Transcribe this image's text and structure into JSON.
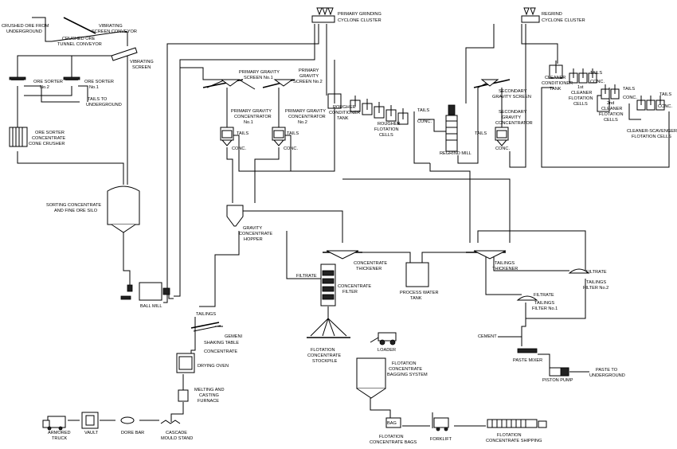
{
  "labels": {
    "crushed_ore_1": "CRUSHED ORE FROM",
    "crushed_ore_2": "UNDERGROUND",
    "crushed_ore_tunnel_1": "CRUSHED ORE",
    "crushed_ore_tunnel_2": "TUNNEL CONVEYOR",
    "vib_conv_1": "VIBRATING",
    "vib_conv_2": "SCREEN CONVEYOR",
    "vib_screen_1": "VIBRATING",
    "vib_screen_2": "SCREEN",
    "ore_sorter2_1": "ORE SORTER",
    "ore_sorter2_2": "No.2",
    "ore_sorter1_1": "ORE SORTER",
    "ore_sorter1_2": "No.1",
    "tails_ug_1": "TAILS TO",
    "tails_ug_2": "UNDERGROUND",
    "cone_crusher_1": "ORE SORTER",
    "cone_crusher_2": "CONCENTRATE",
    "cone_crusher_3": "CONE CRUSHER",
    "silo_1": "SORTING CONCENTRATE",
    "silo_2": "AND FINE ORE SILO",
    "ball_mill": "BALL MILL",
    "primary_grinding_1": "PRIMARY GRINDING",
    "primary_grinding_2": "CYCLONE CLUSTER",
    "pgs1_1": "PRIMARY GRAVITY",
    "pgs1_2": "SCREEN No.1",
    "pgs2_1": "PRIMARY",
    "pgs2_2": "GRAVITY",
    "pgs2_3": "SCREEN No.2",
    "pgc1_1": "PRIMARY GRAVITY",
    "pgc1_2": "CONCENTRATOR",
    "pgc1_3": "No.1",
    "pgc2_1": "PRIMARY GRAVITY",
    "pgc2_2": "CONCENTRATOR",
    "pgc2_3": "No.2",
    "tails_a": "TAILS",
    "conc_a": "CONC.",
    "tails_b": "TAILS",
    "conc_b": "CONC.",
    "rougher_cond_1": "ROUGHER",
    "rougher_cond_2": "CONDITIONER",
    "rougher_cond_3": "TANK",
    "rougher_cells_1": "ROUGHER",
    "rougher_cells_2": "FLOTATION",
    "rougher_cells_3": "CELLS",
    "tails_c": "TAILS",
    "conc_c": "CONC.",
    "regrind_mill": "REGRIND MILL",
    "tails_d": "TAILS",
    "secondary_gs_1": "SECONDARY",
    "secondary_gs_2": "GRAVITY SCREEN",
    "secondary_gc_1": "SECONDARY",
    "secondary_gc_2": "GRAVITY",
    "secondary_gc_3": "CONCENTRATOR",
    "conc_d": "CONC.",
    "regrind_cyc_1": "REGRIND",
    "regrind_cyc_2": "CYCLONE CLUSTER",
    "cleaner_cond_1": "CLEANER",
    "cleaner_cond_2": "CONDITIONER",
    "cleaner_cond_3": "TANK",
    "cleaner1_1": "1st",
    "cleaner1_2": "CLEANER",
    "cleaner1_3": "FLOTATION",
    "cleaner1_4": "CELLS",
    "tails_e": "TAILS",
    "conc_e": "CONC.",
    "cleaner2_1": "2nd",
    "cleaner2_2": "CLEANER",
    "cleaner2_3": "FLOTATION",
    "cleaner2_4": "CELLS",
    "tails_f": "TAILS",
    "conc_f": "CONC.",
    "tails_g": "TAILS",
    "conc_g": "CONC.",
    "cleaner_scav_1": "CLEANER-SCAVENGER",
    "cleaner_scav_2": "FLOTATION CELLS",
    "gch_1": "GRAVITY",
    "gch_2": "CONCENTRATE",
    "gch_3": "HOPPER",
    "filtrate_a": "FILTRATE",
    "conc_thick_1": "CONCENTRATE",
    "conc_thick_2": "THICKENER",
    "conc_filter_1": "CONCENTRATE",
    "conc_filter_2": "FILTER",
    "process_water_1": "PROCESS WATER",
    "process_water_2": "TANK",
    "tailings_thick_1": "TAILINGS",
    "tailings_thick_2": "THICKENER",
    "filtrate_b": "FILTRATE",
    "tailings_filter2_1": "TAILINGS",
    "tailings_filter2_2": "FILTER No.2",
    "filtrate_c": "FILTRATE",
    "tailings_filter1_1": "TAILINGS",
    "tailings_filter1_2": "FILTER No.1",
    "tailings_g": "TAILINGS",
    "gemeni_1": "GEMENI",
    "gemeni_2": "SHAKING TABLE",
    "concentrate_h": "CONCENTRATE",
    "drying_oven": "DRYING OVEN",
    "melting_1": "MELTING AND",
    "melting_2": "CASTING",
    "melting_3": "FURNACE",
    "flot_stockpile_1": "FLOTATION",
    "flot_stockpile_2": "CONCENTRATE",
    "flot_stockpile_3": "STOCKPILE",
    "loader": "LOADER",
    "bagging_1": "FLOTATION",
    "bagging_2": "CONCENTRATE",
    "bagging_3": "BAGGING SYSTEM",
    "cement": "CEMENT",
    "paste_mixer": "PASTE MIXER",
    "paste_ug_1": "PASTE TO",
    "paste_ug_2": "UNDERGROUND",
    "piston_pump": "PISTON PUMP",
    "armored_1": "ARMORED",
    "armored_2": "TRUCK",
    "vault": "VAULT",
    "dore_bar": "DORE BAR",
    "cascade_1": "CASCADE",
    "cascade_2": "MOULD STAND",
    "bag": "BAG",
    "flot_bags_1": "FLOTATION",
    "flot_bags_2": "CONCENTRATE BAGS",
    "forklift": "FORKLIFT",
    "flot_ship_1": "FLOTATION",
    "flot_ship_2": "CONCENTRATE SHIPPING"
  }
}
